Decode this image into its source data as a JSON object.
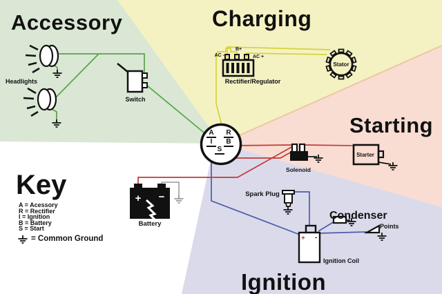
{
  "titles": {
    "accessory": "Accessory",
    "charging": "Charging",
    "starting": "Starting",
    "ignition": "Ignition",
    "key": "Key"
  },
  "key_legend": {
    "items": [
      "A = Acessory",
      "R = Rectifier",
      "I = Ignition",
      "B = Battery",
      "S = Start"
    ],
    "common_ground": "= Common Ground"
  },
  "key_switch": {
    "terminals": [
      "A",
      "R",
      "I",
      "B",
      "S"
    ]
  },
  "labels": {
    "headlights": "Headlights",
    "switch": "Switch",
    "rectifier": "Rectifier/Regulator",
    "ac_minus": "AC -",
    "b_plus": "B+",
    "ac_plus": "AC +",
    "stator": "Stator",
    "solenoid": "Solenoid",
    "starter": "Starter",
    "battery": "Battery",
    "battery_plus": "+",
    "battery_minus": "−",
    "spark_plug": "Spark Plug",
    "condenser": "Condenser",
    "points": "Points",
    "ignition_coil": "Ignition Coil",
    "coil_plus": "+",
    "coil_minus": "-"
  },
  "colors": {
    "accessory_bg": "#d9e7d4",
    "charging_bg": "#f4f2c2",
    "starting_bg": "#f9dcd2",
    "ignition_bg": "#dbdaeb",
    "boundary_tan": "#e9c9a3",
    "wire_green": "#5aa24a",
    "wire_yellow": "#d5d23a",
    "wire_red": "#c13a38",
    "wire_blue": "#4c5ca6",
    "wire_gray": "#9a9a9a",
    "ink": "#111111"
  }
}
